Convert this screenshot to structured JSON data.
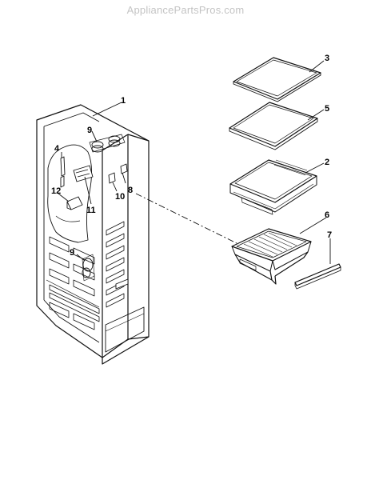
{
  "watermark": "AppliancePartsPros.com",
  "callouts": [
    {
      "id": "c1",
      "text": "1"
    },
    {
      "id": "c2",
      "text": "2"
    },
    {
      "id": "c3",
      "text": "3"
    },
    {
      "id": "c4",
      "text": "4"
    },
    {
      "id": "c5",
      "text": "5"
    },
    {
      "id": "c6",
      "text": "6"
    },
    {
      "id": "c7",
      "text": "7"
    },
    {
      "id": "c8",
      "text": "8"
    },
    {
      "id": "c9a",
      "text": "9"
    },
    {
      "id": "c9b",
      "text": "9"
    },
    {
      "id": "c10",
      "text": "10"
    },
    {
      "id": "c11",
      "text": "11"
    },
    {
      "id": "c12",
      "text": "12"
    }
  ]
}
